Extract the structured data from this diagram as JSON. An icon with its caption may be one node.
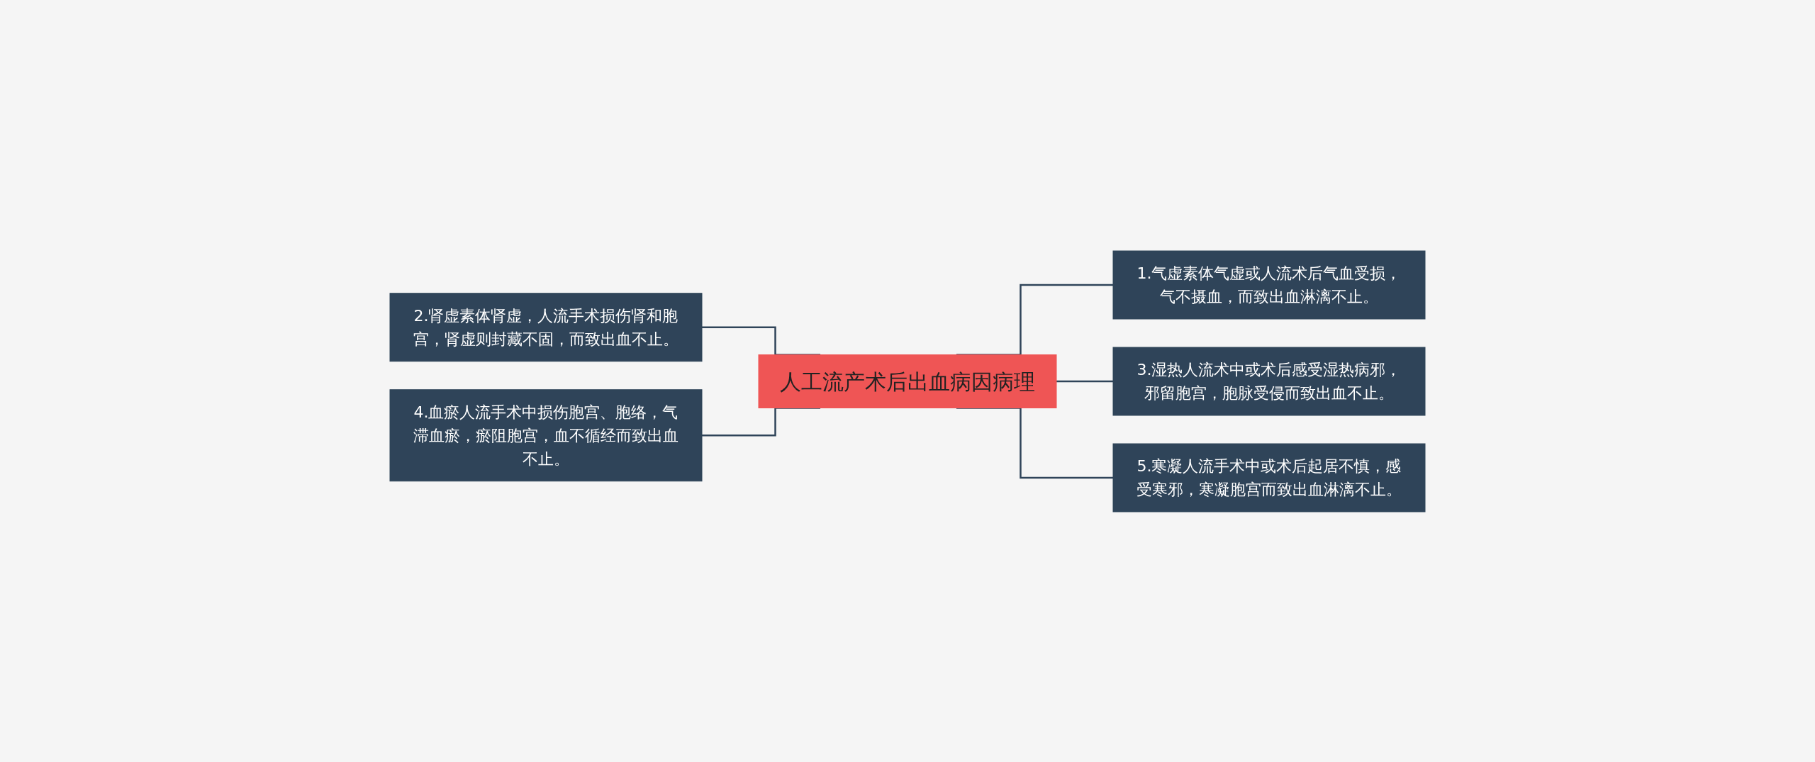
{
  "diagram": {
    "nodes": [
      {
        "text": [
          "人工流产术后出血病因病理"
        ]
      },
      {
        "text": [
          "1.气虚素体气虚或人流术后气血受损，气不摄血，而致出血淋漓不止。"
        ]
      },
      {
        "text": [
          "2.肾虚素体肾虚，人流手术损伤肾和胞宫，肾虚则封藏不固，而致出血不止。"
        ]
      },
      {
        "text": [
          "3.湿热人流术中或术后感受湿热病邪，邪留胞宫，胞脉受侵而致出血不止。"
        ]
      },
      {
        "text": [
          "4.血瘀人流手术中损伤胞宫、胞络，气滞血瘀，瘀阻胞宫，血不循经而致出血不止。"
        ]
      },
      {
        "text": [
          "5.寒凝人流手术中或术后起居不慎，感受寒邪，寒凝胞宫而致出血淋漓不止。"
        ]
      }
    ],
    "edges": [
      {
        "from": 0,
        "to": 1,
        "arrow": "none"
      },
      {
        "from": 0,
        "to": 2,
        "arrow": "none"
      },
      {
        "from": 0,
        "to": 3,
        "arrow": "none"
      },
      {
        "from": 0,
        "to": 4,
        "arrow": "none"
      },
      {
        "from": 0,
        "to": 5,
        "arrow": "none"
      }
    ]
  }
}
